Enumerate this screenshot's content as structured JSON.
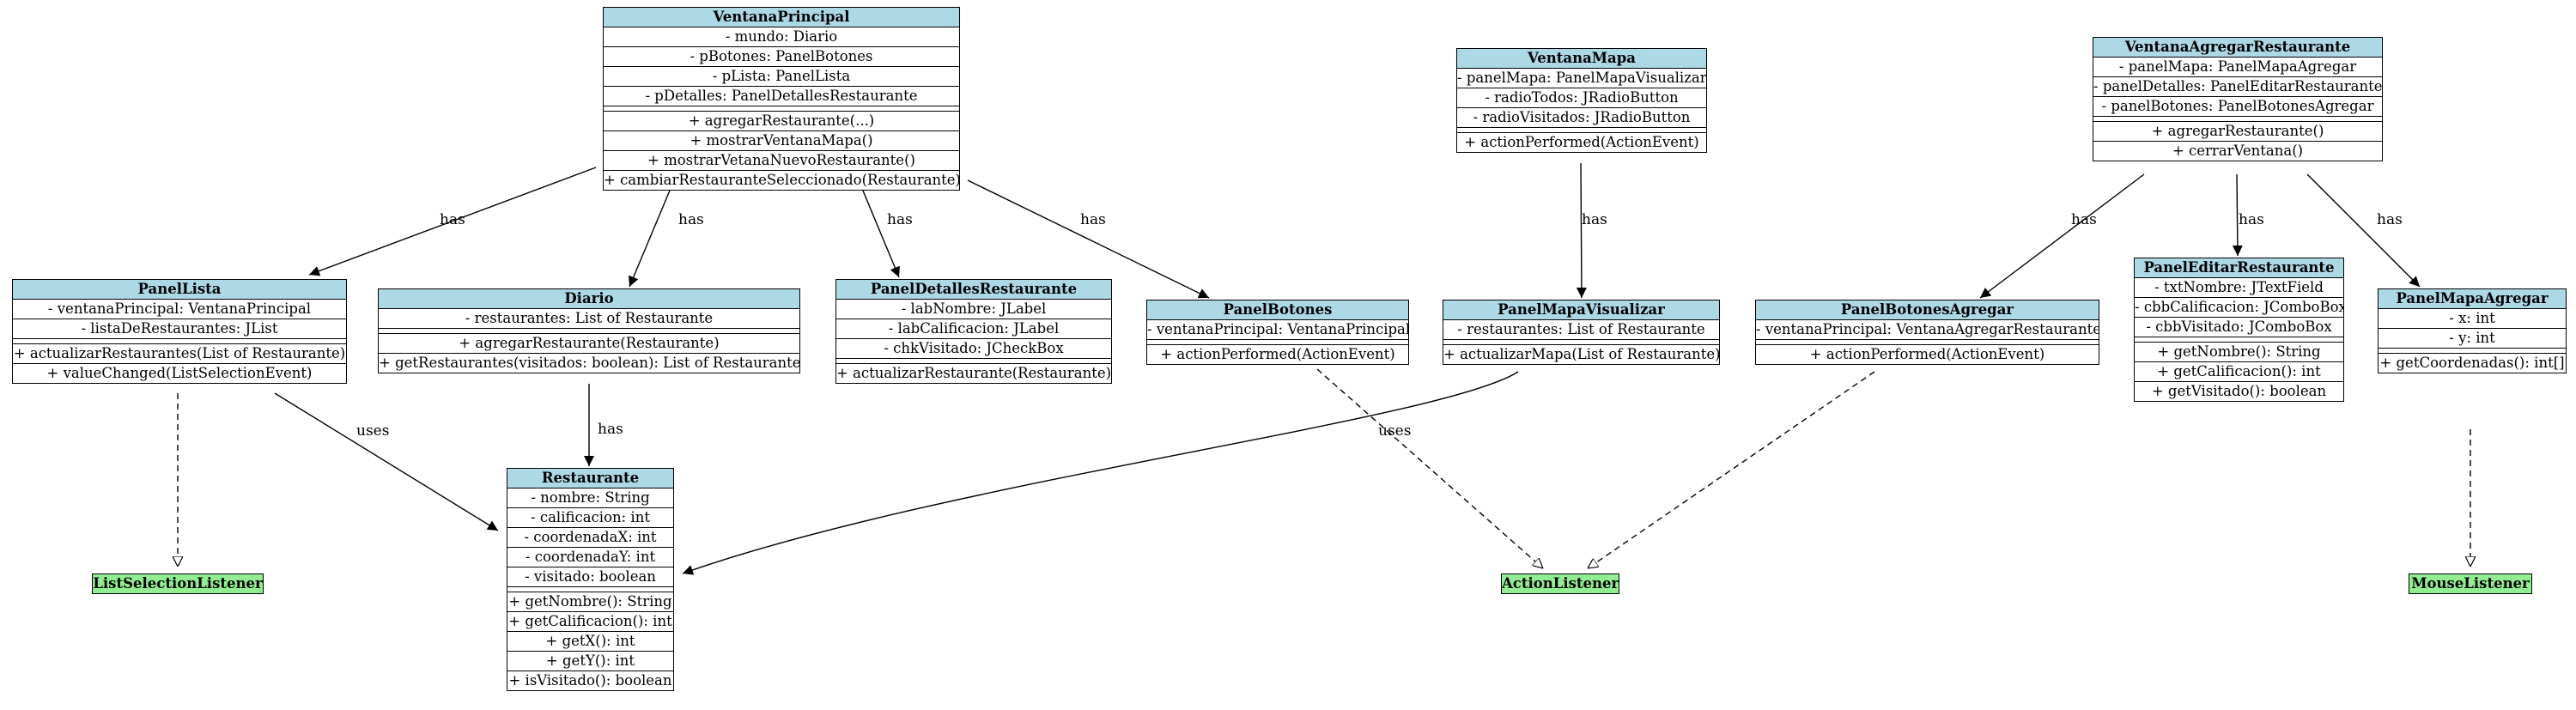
{
  "classes": [
    {
      "id": "VentanaPrincipal",
      "name": "VentanaPrincipal",
      "attributes": [
        "- mundo: Diario",
        "- pBotones: PanelBotones",
        "- pLista: PanelLista",
        "- pDetalles: PanelDetallesRestaurante"
      ],
      "methods": [
        "+ agregarRestaurante(...)",
        "+ mostrarVentanaMapa()",
        "+ mostrarVetanaNuevoRestaurante()",
        "+ cambiarRestauranteSeleccionado(Restaurante)"
      ]
    },
    {
      "id": "VentanaMapa",
      "name": "VentanaMapa",
      "attributes": [
        "- panelMapa: PanelMapaVisualizar",
        "- radioTodos: JRadioButton",
        "- radioVisitados: JRadioButton"
      ],
      "methods": [
        "+ actionPerformed(ActionEvent)"
      ]
    },
    {
      "id": "VentanaAgregarRestaurante",
      "name": "VentanaAgregarRestaurante",
      "attributes": [
        "- panelMapa: PanelMapaAgregar",
        "- panelDetalles: PanelEditarRestaurante",
        "- panelBotones: PanelBotonesAgregar"
      ],
      "methods": [
        "+ agregarRestaurante()",
        "+ cerrarVentana()"
      ]
    },
    {
      "id": "PanelLista",
      "name": "PanelLista",
      "attributes": [
        "- ventanaPrincipal: VentanaPrincipal",
        "- listaDeRestaurantes: JList"
      ],
      "methods": [
        "+ actualizarRestaurantes(List of Restaurante)",
        "+ valueChanged(ListSelectionEvent)"
      ]
    },
    {
      "id": "Diario",
      "name": "Diario",
      "attributes": [
        "- restaurantes: List of Restaurante"
      ],
      "methods": [
        "+ agregarRestaurante(Restaurante)",
        "+ getRestaurantes(visitados: boolean): List of Restaurante"
      ]
    },
    {
      "id": "PanelDetallesRestaurante",
      "name": "PanelDetallesRestaurante",
      "attributes": [
        "- labNombre: JLabel",
        "- labCalificacion: JLabel",
        "- chkVisitado: JCheckBox"
      ],
      "methods": [
        "+ actualizarRestaurante(Restaurante)"
      ]
    },
    {
      "id": "PanelBotones",
      "name": "PanelBotones",
      "attributes": [
        "- ventanaPrincipal: VentanaPrincipal"
      ],
      "methods": [
        "+ actionPerformed(ActionEvent)"
      ]
    },
    {
      "id": "PanelMapaVisualizar",
      "name": "PanelMapaVisualizar",
      "attributes": [
        "- restaurantes: List of Restaurante"
      ],
      "methods": [
        "+ actualizarMapa(List of Restaurante)"
      ]
    },
    {
      "id": "PanelBotonesAgregar",
      "name": "PanelBotonesAgregar",
      "attributes": [
        "- ventanaPrincipal: VentanaAgregarRestaurante"
      ],
      "methods": [
        "+ actionPerformed(ActionEvent)"
      ]
    },
    {
      "id": "PanelEditarRestaurante",
      "name": "PanelEditarRestaurante",
      "attributes": [
        "- txtNombre: JTextField",
        "- cbbCalificacion: JComboBox",
        "- cbbVisitado: JComboBox"
      ],
      "methods": [
        "+ getNombre(): String",
        "+ getCalificacion(): int",
        "+ getVisitado(): boolean"
      ]
    },
    {
      "id": "PanelMapaAgregar",
      "name": "PanelMapaAgregar",
      "attributes": [
        "- x: int",
        "- y: int"
      ],
      "methods": [
        "+ getCoordenadas(): int[]"
      ]
    },
    {
      "id": "Restaurante",
      "name": "Restaurante",
      "attributes": [
        "- nombre: String",
        "- calificacion: int",
        "- coordenadaX: int",
        "- coordenadaY: int",
        "- visitado: boolean"
      ],
      "methods": [
        "+ getNombre(): String",
        "+ getCalificacion(): int",
        "+ getX(): int",
        "+ getY(): int",
        "+ isVisitado(): boolean"
      ]
    }
  ],
  "interfaces": [
    {
      "id": "ListSelectionListener",
      "name": "ListSelectionListener"
    },
    {
      "id": "ActionListener",
      "name": "ActionListener"
    },
    {
      "id": "MouseListener",
      "name": "MouseListener"
    }
  ],
  "edges": [
    {
      "from": "VentanaPrincipal",
      "to": "PanelLista",
      "label": "has",
      "style": "solid"
    },
    {
      "from": "VentanaPrincipal",
      "to": "Diario",
      "label": "has",
      "style": "solid"
    },
    {
      "from": "VentanaPrincipal",
      "to": "PanelDetallesRestaurante",
      "label": "has",
      "style": "solid"
    },
    {
      "from": "VentanaPrincipal",
      "to": "PanelBotones",
      "label": "has",
      "style": "solid"
    },
    {
      "from": "VentanaMapa",
      "to": "PanelMapaVisualizar",
      "label": "has",
      "style": "solid"
    },
    {
      "from": "VentanaAgregarRestaurante",
      "to": "PanelBotonesAgregar",
      "label": "has",
      "style": "solid"
    },
    {
      "from": "VentanaAgregarRestaurante",
      "to": "PanelEditarRestaurante",
      "label": "has",
      "style": "solid"
    },
    {
      "from": "VentanaAgregarRestaurante",
      "to": "PanelMapaAgregar",
      "label": "has",
      "style": "solid"
    },
    {
      "from": "Diario",
      "to": "Restaurante",
      "label": "has",
      "style": "solid"
    },
    {
      "from": "PanelLista",
      "to": "Restaurante",
      "label": "uses",
      "style": "solid"
    },
    {
      "from": "PanelMapaVisualizar",
      "to": "Restaurante",
      "label": "uses",
      "style": "solid"
    },
    {
      "from": "PanelLista",
      "to": "ListSelectionListener",
      "label": "",
      "style": "dashed"
    },
    {
      "from": "PanelBotones",
      "to": "ActionListener",
      "label": "",
      "style": "dashed"
    },
    {
      "from": "PanelBotonesAgregar",
      "to": "ActionListener",
      "label": "",
      "style": "dashed"
    },
    {
      "from": "PanelMapaAgregar",
      "to": "MouseListener",
      "label": "",
      "style": "dashed"
    }
  ]
}
